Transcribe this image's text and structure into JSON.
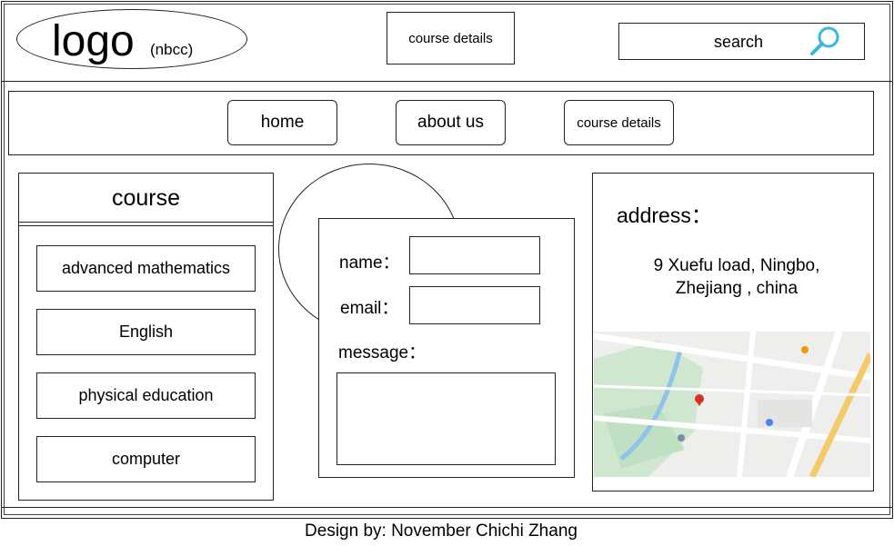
{
  "header": {
    "logo_text": "logo",
    "logo_sub": "(nbcc)",
    "course_details_label": "course details",
    "search_label": "search",
    "search_icon": "magnifier-icon",
    "accent_color": "#38b6e6"
  },
  "nav": {
    "items": [
      {
        "label": "home"
      },
      {
        "label": "about us"
      },
      {
        "label": "course details"
      }
    ]
  },
  "course": {
    "title": "course",
    "items": [
      {
        "label": "advanced mathematics"
      },
      {
        "label": "English"
      },
      {
        "label": "physical education"
      },
      {
        "label": "computer"
      }
    ]
  },
  "form": {
    "name_label": "name：",
    "email_label": "email：",
    "message_label": "message：",
    "name_value": "",
    "email_value": "",
    "message_value": ""
  },
  "address": {
    "title": "address：",
    "line1": "9 Xuefu load,  Ningbo,",
    "line2": "Zhejiang ,  china"
  },
  "footer": {
    "credit": "Design by: November Chichi Zhang"
  }
}
